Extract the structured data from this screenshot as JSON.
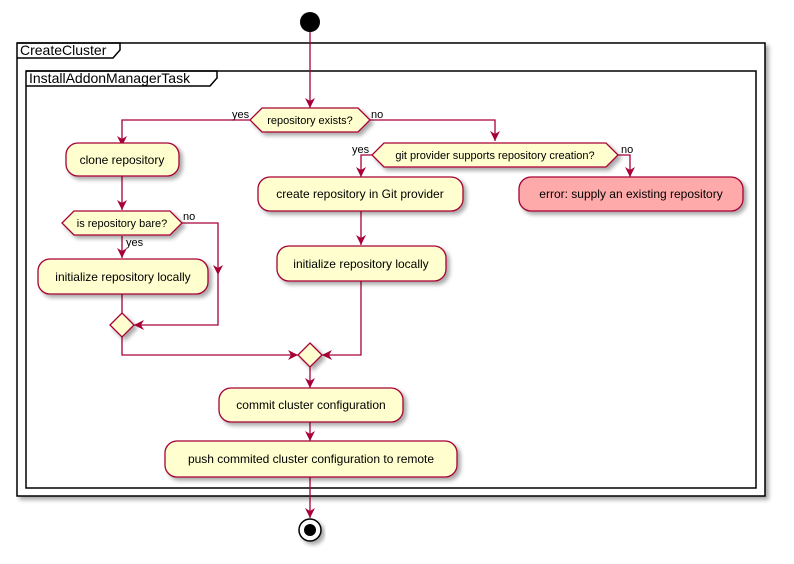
{
  "frames": {
    "outer_title": "CreateCluster",
    "inner_title": "InstallAddonManagerTask"
  },
  "decisions": {
    "repo_exists": "repository exists?",
    "provider_supports": "git provider supports repository creation?",
    "repo_bare": "is repository bare?"
  },
  "actions": {
    "clone": "clone repository",
    "create_in_provider": "create repository in Git provider",
    "error_supply": "error: supply an existing repository",
    "init_local_left": "initialize repository locally",
    "init_local_mid": "initialize repository locally",
    "commit": "commit cluster configuration",
    "push": "push commited cluster configuration to remote"
  },
  "edge_labels": {
    "yes1": "yes",
    "no1": "no",
    "yes2": "yes",
    "no2": "no",
    "yes3": "yes",
    "no3": "no"
  },
  "colors": {
    "line": "#A80036",
    "node_fill": "#FEFECE",
    "error_fill": "#FFAAAA",
    "frame_stroke": "#000000"
  }
}
